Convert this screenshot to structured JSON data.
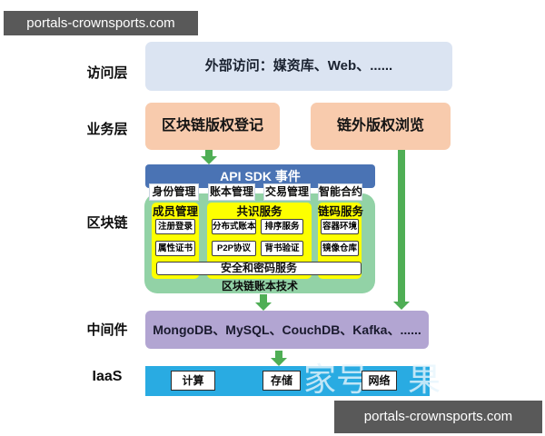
{
  "watermarks": {
    "top_bar": "portals-crownsports.com",
    "bottom_bar": "portals-crownsports.com",
    "overlay_fragments": [
      "家号",
      "果"
    ]
  },
  "colors": {
    "access_fill": "#dbe4f2",
    "business_fill": "#f8cbad",
    "api_bar_fill": "#4a73b4",
    "blockchain_fill": "#92d2a6",
    "group_fill": "#fdff00",
    "middleware_fill": "#b2a5d2",
    "iaas_fill": "#29abe2",
    "arrow_green": "#4fae55",
    "watermark_bg": "#595959"
  },
  "layers": {
    "access": {
      "label": "访问层",
      "box_text": "外部访问：媒资库、Web、......"
    },
    "business": {
      "label": "业务层",
      "left_box": "区块链版权登记",
      "right_box": "链外版权浏览"
    },
    "blockchain": {
      "label": "区块链",
      "api_bar": "API SDK 事件",
      "mgmt_boxes": [
        "身份管理",
        "账本管理",
        "交易管理",
        "智能合约"
      ],
      "groups": [
        {
          "title": "成员管理",
          "items": [
            "注册登录",
            "属性证书"
          ]
        },
        {
          "title": "共识服务",
          "items": [
            "分布式账本",
            "排序服务",
            "P2P协议",
            "背书验证"
          ]
        },
        {
          "title": "链码服务",
          "items": [
            "容器环境",
            "镜像仓库"
          ]
        }
      ],
      "security_bar": "安全和密码服务",
      "footer": "区块链账本技术"
    },
    "middleware": {
      "label": "中间件",
      "box_text": "MongoDB、MySQL、CouchDB、Kafka、......"
    },
    "iaas": {
      "label": "IaaS",
      "items": [
        "计算",
        "存储",
        "网络"
      ]
    }
  }
}
